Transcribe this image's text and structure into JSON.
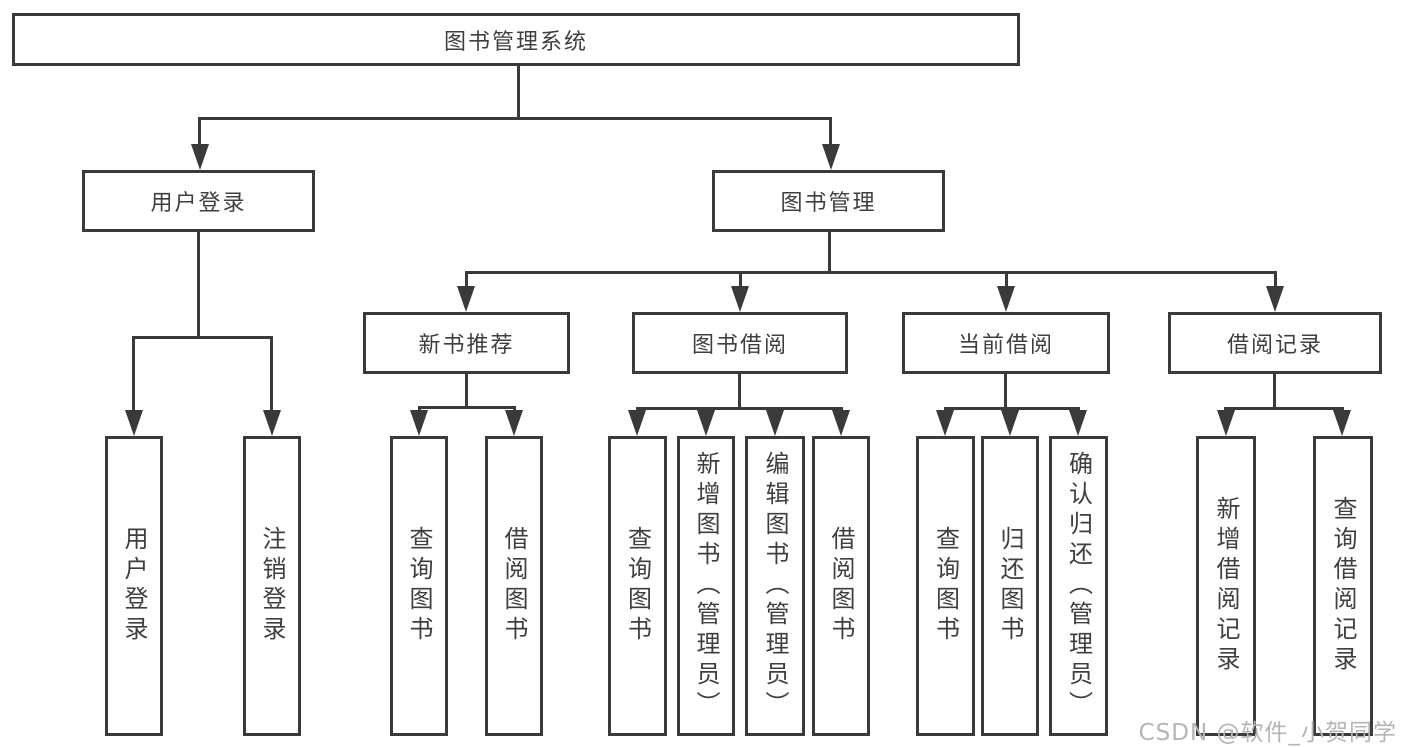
{
  "tree": {
    "root": {
      "label": "图书管理系统"
    },
    "branches": [
      {
        "label": "用户登录",
        "children": [
          "用户登录",
          "注销登录"
        ]
      },
      {
        "label": "图书管理",
        "children": [
          {
            "label": "新书推荐",
            "children": [
              "查询图书",
              "借阅图书"
            ]
          },
          {
            "label": "图书借阅",
            "children": [
              "查询图书",
              "新增图书（管理员）",
              "编辑图书（管理员）",
              "借阅图书"
            ]
          },
          {
            "label": "当前借阅",
            "children": [
              "查询图书",
              "归还图书",
              "确认归还（管理员）"
            ]
          },
          {
            "label": "借阅记录",
            "children": [
              "新增借阅记录",
              "查询借阅记录"
            ]
          }
        ]
      }
    ]
  },
  "watermark": {
    "text": "CSDN @软件_小贺同学"
  },
  "colors": {
    "line": "#3a3a3a",
    "text": "#3f3f3f",
    "background": "#ffffff",
    "watermark": "#b5b5b5"
  }
}
